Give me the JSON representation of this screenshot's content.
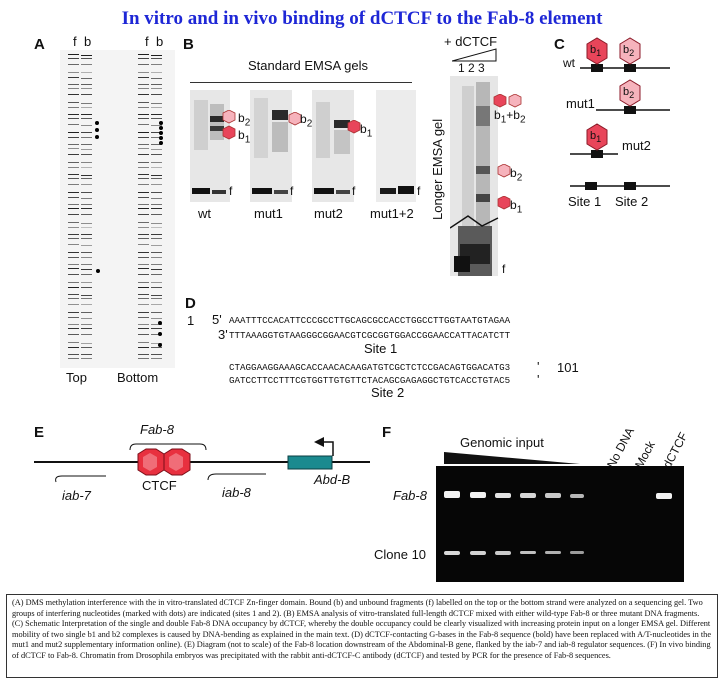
{
  "title": "In vitro and in vivo binding of dCTCF to the Fab-8 element",
  "panelA": {
    "label": "A",
    "lane_f": "f",
    "lane_b": "b",
    "top": "Top",
    "bottom": "Bottom"
  },
  "panelB": {
    "label": "B",
    "standard_title": "Standard EMSA gels",
    "labels": [
      "wt",
      "mut1",
      "mut2",
      "mut1+2"
    ],
    "b1": "b",
    "b1_sub": "1",
    "b2": "b",
    "b2_sub": "2",
    "f": "f",
    "longer_title": "Longer EMSA gel",
    "dctcf": "+ dCTCF",
    "lanes": "1 2 3",
    "b1b2": "b",
    "b1b2_text": "+b"
  },
  "panelC": {
    "label": "C",
    "wt": "wt",
    "mut1": "mut1",
    "mut2": "mut2",
    "site1": "Site 1",
    "site2": "Site 2"
  },
  "panelD": {
    "label": "D",
    "num_start": "1",
    "prefix_top": "5'",
    "seq1_top": "AAATTTCCACATTCCCGCCTTGCAGCGCCACCTGGCCTTGGTAATGTAGAA",
    "prefix_bottom": "3'",
    "seq1_bottom": "TTTAAAGGTGTAAGGGCGGAACGTCGCGGTGGACCGGAACCATTACATCTT",
    "site1": "Site 1",
    "seq2_top": "CTAGGAAGGAAAGCACCAACACAAGATGTCGCTCTCCGACAGTGGACATG3",
    "seq2_bottom": "GATCCTTCCTTTCGTGGTTGTGTTCTACAGCGAGAGGCTGTCACCTGTAC5",
    "suffix_top": "'",
    "suffix_bottom": "'",
    "num_end": "101",
    "site2": "Site 2"
  },
  "panelE": {
    "label": "E",
    "fab8": "Fab-8",
    "ctcf": "CTCF",
    "iab7": "iab-7",
    "iab8": "iab-8",
    "abdb": "Abd-B"
  },
  "panelF": {
    "label": "F",
    "genomic_input": "Genomic input",
    "no_dna": "No DNA",
    "mock": "Mock",
    "dctcf": "dCTCF",
    "fab8": "Fab-8",
    "clone10": "Clone 10"
  },
  "caption": "(A) DMS methylation interference with the in vitro-translated dCTCF Zn-finger domain. Bound (b) and unbound fragments (f) labelled on the top or the bottom strand were analyzed on a sequencing gel. Two groups of interfering nucleotides (marked with dots) are indicated (sites 1 and 2). (B) EMSA analysis of vitro-translated full-length dCTCF mixed with either wild-type Fab-8 or three mutant DNA fragments. (C) Schematic Interpretation of the single and double Fab-8 DNA occupancy by dCTCF, whereby the double occupancy could be clearly visualized with increasing protein input on a longer EMSA gel. Different mobility of two single b1 and b2 complexes is caused by DNA-bending as explained in the main text. (D) dCTCF-contacting G-bases in the Fab-8 sequence (bold) have been replaced with A/T-nucleotides in the mut1 and mut2  supplementary information online). (E) Diagram (not to scale) of the Fab-8 location downstream of the Abdominal-B gene, flanked by the iab-7 and iab-8 regulator sequences. (F) In vivo binding of dCTCF to Fab-8. Chromatin from Drosophila embryos was precipitated with the rabbit anti-dCTCF-C antibody (dCTCF) and tested by PCR for the presence of Fab-8 sequences.",
  "colors": {
    "title": "#1e27d6",
    "hexagon": "#e8455a",
    "hexagon_light": "#f6b3bc",
    "teal": "#1b8a8f"
  }
}
